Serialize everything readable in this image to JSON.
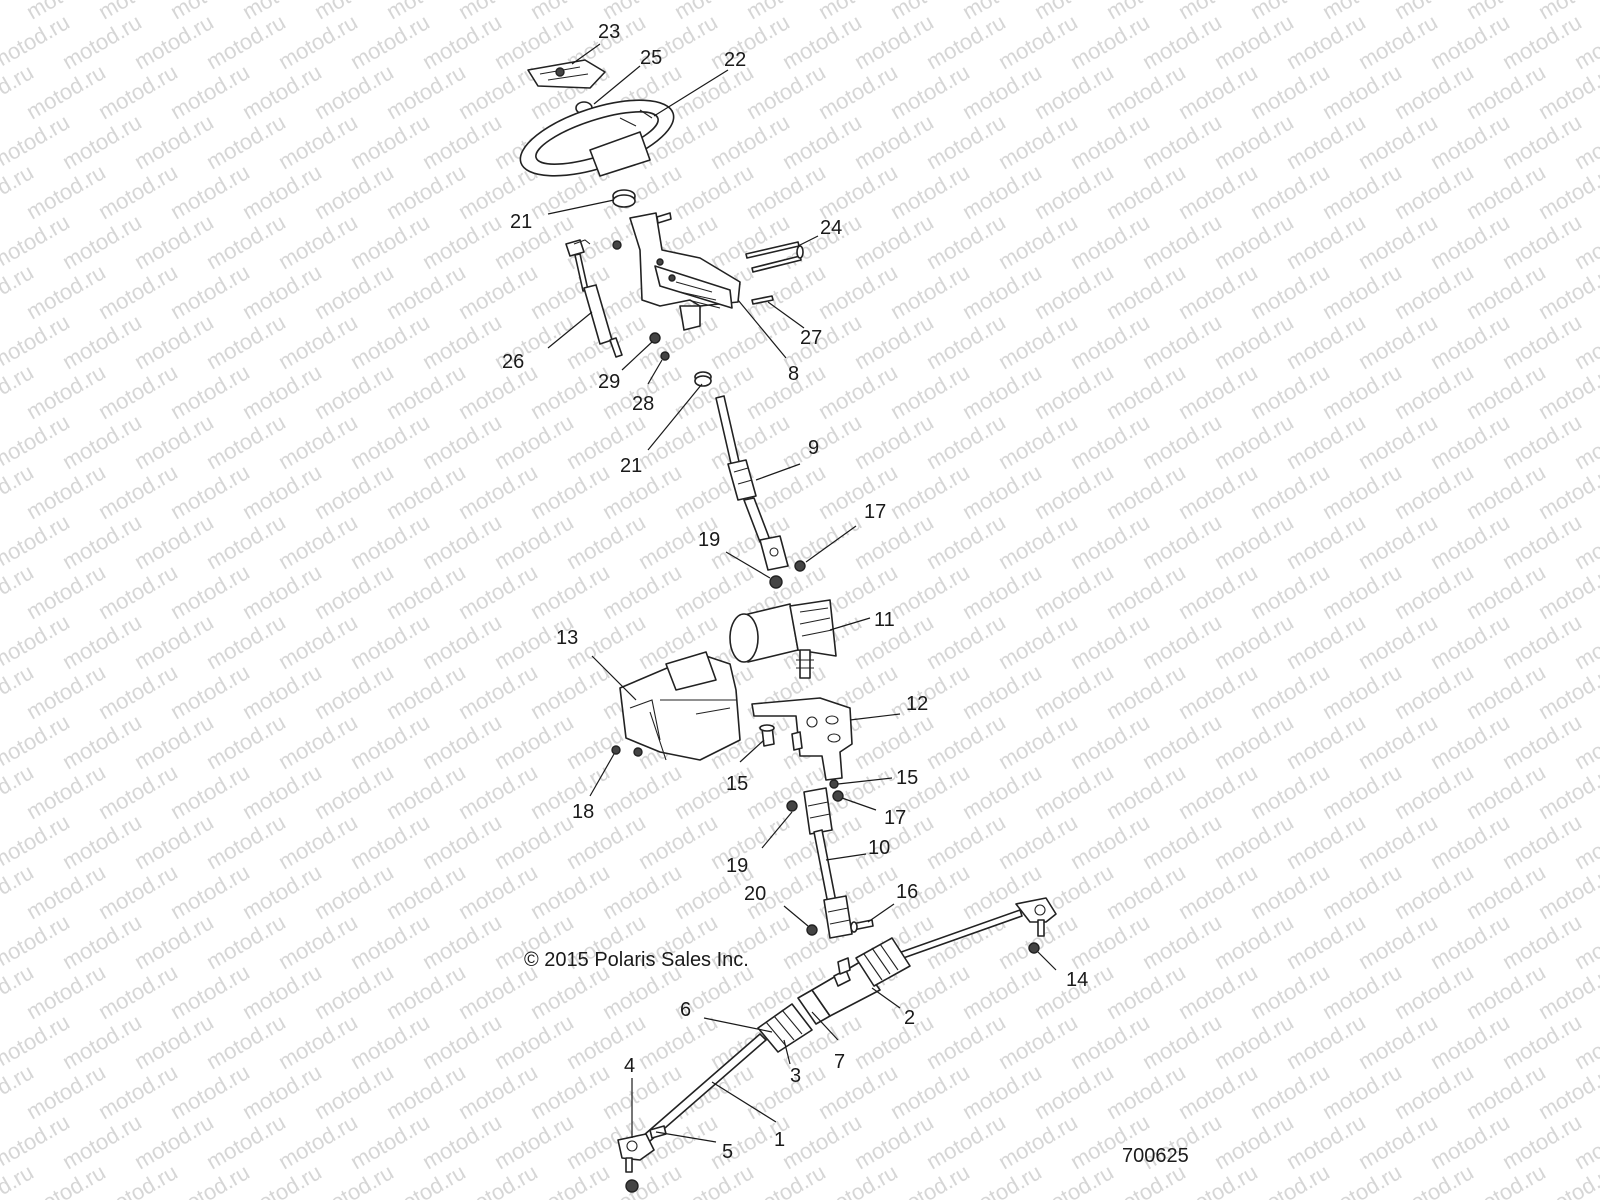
{
  "watermark": "motod.ru",
  "copyright": "© 2015 Polaris Sales Inc.",
  "diagram_number": "700625",
  "callouts": [
    "23",
    "25",
    "22",
    "21",
    "24",
    "26",
    "29",
    "28",
    "8",
    "27",
    "21",
    "9",
    "17",
    "19",
    "11",
    "13",
    "12",
    "15",
    "15",
    "18",
    "17",
    "19",
    "10",
    "20",
    "16",
    "14",
    "2",
    "6",
    "7",
    "3",
    "4",
    "1",
    "5"
  ]
}
